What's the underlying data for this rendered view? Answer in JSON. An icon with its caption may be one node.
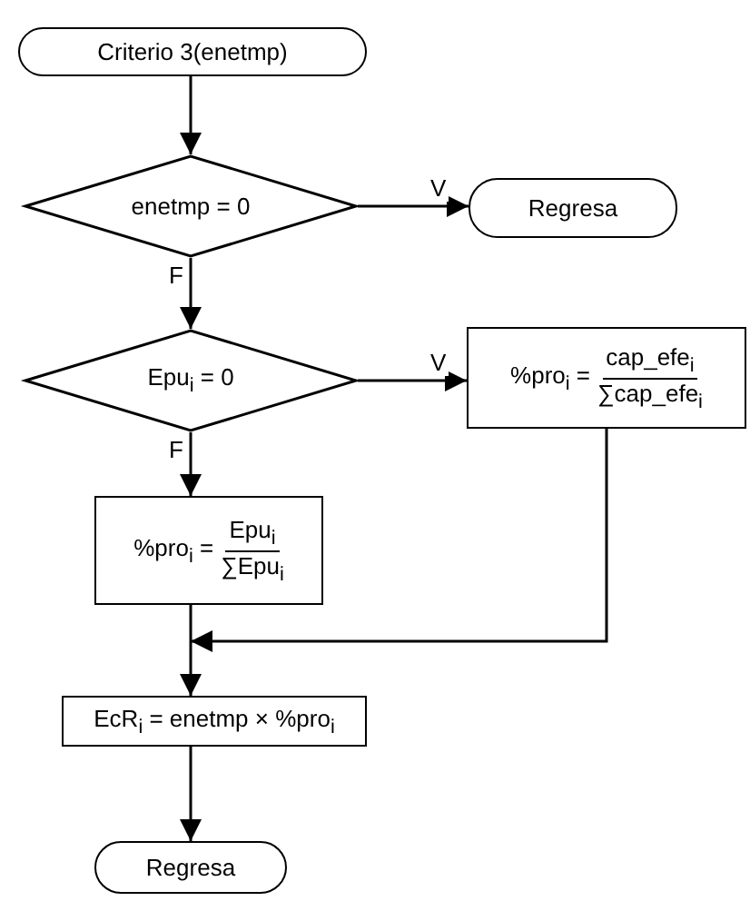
{
  "diagram": {
    "nodes": [
      {
        "text": [
          "Criterio 3(enetmp)"
        ]
      },
      {
        "text": [
          "enetmp = 0"
        ]
      },
      {
        "text": [
          "Regresa"
        ]
      },
      {
        "text": [
          "Epu$_{i}$ = 0"
        ]
      },
      {
        "text": [
          "%pro$_{i}$ =",
          "cap_efe$_{i}$",
          "∑cap_efe$_{i}$"
        ]
      },
      {
        "text": [
          "%pro$_{i}$ =",
          "Epu$_{i}$",
          "∑Epu$_{i}$"
        ]
      },
      {
        "text": [
          "EcR$_{i}$ = enetmp × %pro$_{i}$"
        ]
      },
      {
        "text": [
          "Regresa"
        ]
      }
    ],
    "edges": [
      {
        "from": 0,
        "to": 1,
        "arrow": "to"
      },
      {
        "from": 1,
        "to": 2,
        "arrow": "to",
        "label": "V"
      },
      {
        "from": 1,
        "to": 3,
        "arrow": "to",
        "label": "F"
      },
      {
        "from": 3,
        "to": 4,
        "arrow": "to",
        "label": "V"
      },
      {
        "from": 3,
        "to": 5,
        "arrow": "to",
        "label": "F"
      },
      {
        "from": 5,
        "to": 6,
        "arrow": "to"
      },
      {
        "from": 4,
        "to": 6,
        "arrow": "to"
      },
      {
        "from": 6,
        "to": 7,
        "arrow": "to"
      }
    ]
  }
}
